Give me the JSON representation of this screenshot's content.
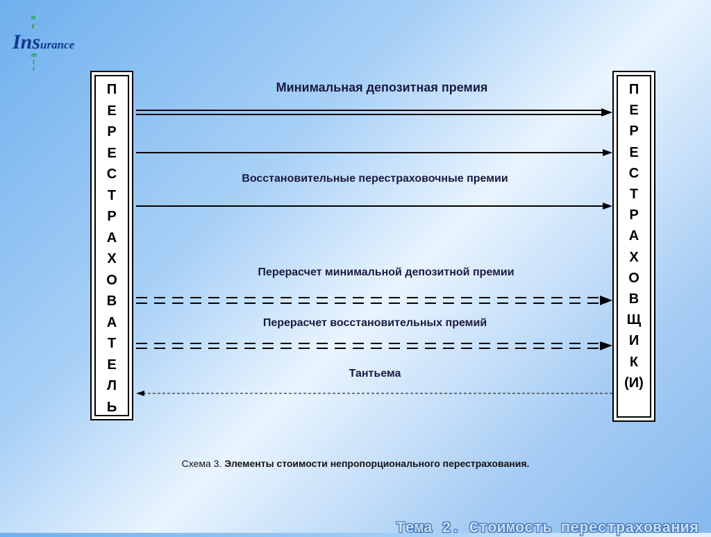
{
  "logo": {
    "word_big": "Ins",
    "word_small": "urance",
    "vertical_letters": [
      "o",
      "t",
      "m",
      "t",
      "i"
    ],
    "colors": {
      "word": "#123a8c",
      "letters": "#1b9a2a"
    }
  },
  "parties": {
    "left": {
      "letters": [
        "П",
        "Е",
        "Р",
        "Е",
        "С",
        "Т",
        "Р",
        "А",
        "Х",
        "О",
        "В",
        "А",
        "Т",
        "Е",
        "Л",
        "Ь"
      ]
    },
    "right": {
      "letters": [
        "П",
        "Е",
        "Р",
        "Е",
        "С",
        "Т",
        "Р",
        "А",
        "Х",
        "О",
        "В",
        "Щ",
        "И",
        "К",
        "(И)"
      ]
    }
  },
  "flows": [
    {
      "id": "min-deposit",
      "label": "Минимальная депозитная премия",
      "style": "double-solid",
      "direction": "right"
    },
    {
      "id": "reinstatement",
      "label": "Восстановительные перестраховочные премии",
      "style": "solid",
      "direction": "right"
    },
    {
      "id": "recalc-deposit",
      "label": "Перерасчет минимальной депозитной премии",
      "style": "double-dashed",
      "direction": "right"
    },
    {
      "id": "recalc-reinstatement",
      "label": "Перерасчет восстановительных премий",
      "style": "double-dashed",
      "direction": "right"
    },
    {
      "id": "tantieme",
      "label": "Тантьема",
      "style": "dashed",
      "direction": "left"
    }
  ],
  "caption": {
    "prefix": "Схема 3. ",
    "title": "Элементы стоимости непропорционального перестрахования."
  },
  "footer": {
    "title": "Тема 2. Стоимость перестрахования"
  }
}
